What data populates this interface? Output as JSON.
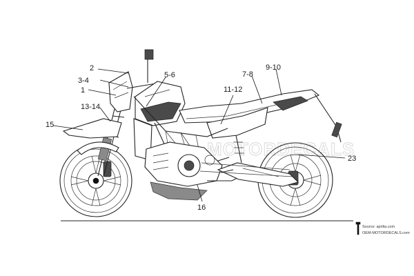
{
  "diagram": {
    "callouts": [
      {
        "id": "2",
        "text": "2"
      },
      {
        "id": "3-4",
        "text": "3-4"
      },
      {
        "id": "1",
        "text": "1"
      },
      {
        "id": "13-14",
        "text": "13-14"
      },
      {
        "id": "15",
        "text": "15"
      },
      {
        "id": "5-6",
        "text": "5-6"
      },
      {
        "id": "7-8",
        "text": "7-8"
      },
      {
        "id": "9-10",
        "text": "9-10"
      },
      {
        "id": "11-12",
        "text": "11-12"
      },
      {
        "id": "23",
        "text": "23"
      },
      {
        "id": "16",
        "text": "16"
      }
    ],
    "source": {
      "line1": "Source: aprilia.com",
      "line2": "OEM-MOTORDECALS.com"
    }
  }
}
